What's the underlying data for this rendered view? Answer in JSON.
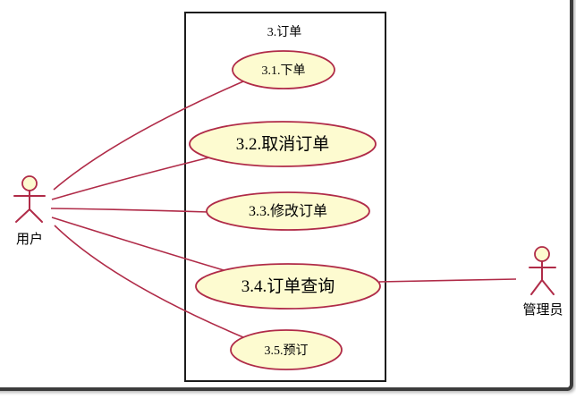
{
  "system": {
    "title": "3.订单",
    "use_cases": [
      {
        "label": "3.1.下单"
      },
      {
        "label": "3.2.取消订单"
      },
      {
        "label": "3.3.修改订单"
      },
      {
        "label": "3.4.订单查询"
      },
      {
        "label": "3.5.预订"
      }
    ]
  },
  "actors": [
    {
      "label": "用户"
    },
    {
      "label": "管理员"
    }
  ],
  "relationships": [
    {
      "from": "用户",
      "to": "3.1.下单"
    },
    {
      "from": "用户",
      "to": "3.2.取消订单"
    },
    {
      "from": "用户",
      "to": "3.3.修改订单"
    },
    {
      "from": "用户",
      "to": "3.4.订单查询"
    },
    {
      "from": "用户",
      "to": "3.5.预订"
    },
    {
      "from": "管理员",
      "to": "3.4.订单查询"
    }
  ],
  "colors": {
    "connector": "#b02b48",
    "usecase-fill": "#fdfbd0",
    "boundary-border": "#1c1c1c",
    "frame": "#3c3c3c",
    "text": "#000000"
  }
}
